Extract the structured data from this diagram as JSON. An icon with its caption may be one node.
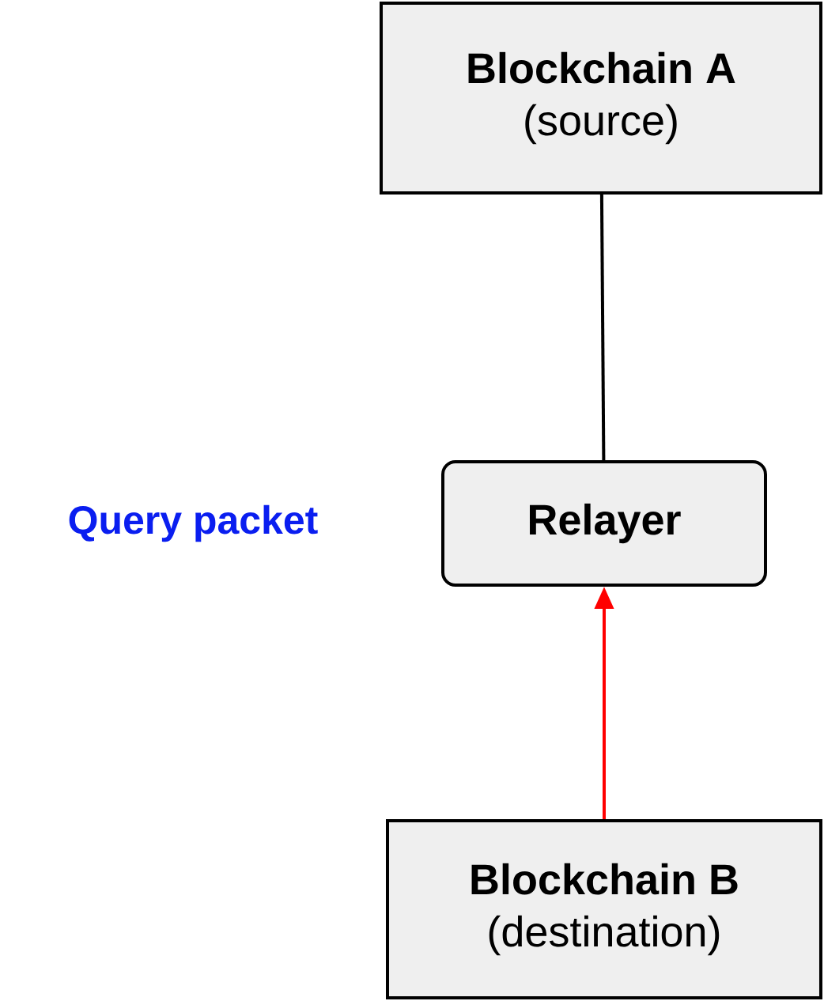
{
  "diagram": {
    "nodes": [
      {
        "text": [
          "Blockchain A",
          "(source)"
        ]
      },
      {
        "text": [
          "Relayer"
        ]
      },
      {
        "text": [
          "Blockchain B",
          "(destination)"
        ]
      }
    ],
    "edges": [
      {
        "from": 0,
        "to": 1,
        "arrow": "none"
      },
      {
        "from": 2,
        "to": 1,
        "arrow": "to",
        "color": "#ff0000"
      }
    ],
    "labels": [
      "Query packet"
    ]
  }
}
